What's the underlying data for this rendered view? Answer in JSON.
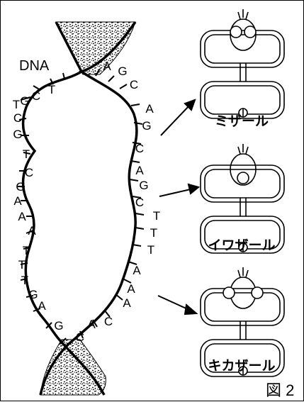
{
  "dna_label": "DNA",
  "figure_label": "図 2",
  "left_strand_bases": [
    "T",
    "G",
    "C",
    "T",
    "C",
    "G",
    "T",
    "C",
    "G",
    "A",
    "A",
    "A",
    "T",
    "T",
    "T",
    "G",
    "A",
    "G"
  ],
  "right_strand_bases": [
    "A",
    "G",
    "C",
    "A",
    "G",
    "C",
    "A",
    "G",
    "C",
    "T",
    "T",
    "T",
    "A",
    "A",
    "A",
    "C",
    "A",
    "C"
  ],
  "animals": [
    {
      "name": "ミザール",
      "codon": "AGC"
    },
    {
      "name": "イワザール",
      "codon": "TTT"
    },
    {
      "name": "キカザール",
      "codon": "AAA"
    }
  ],
  "colors": {
    "ink": "#000000",
    "paper": "#ffffff"
  }
}
